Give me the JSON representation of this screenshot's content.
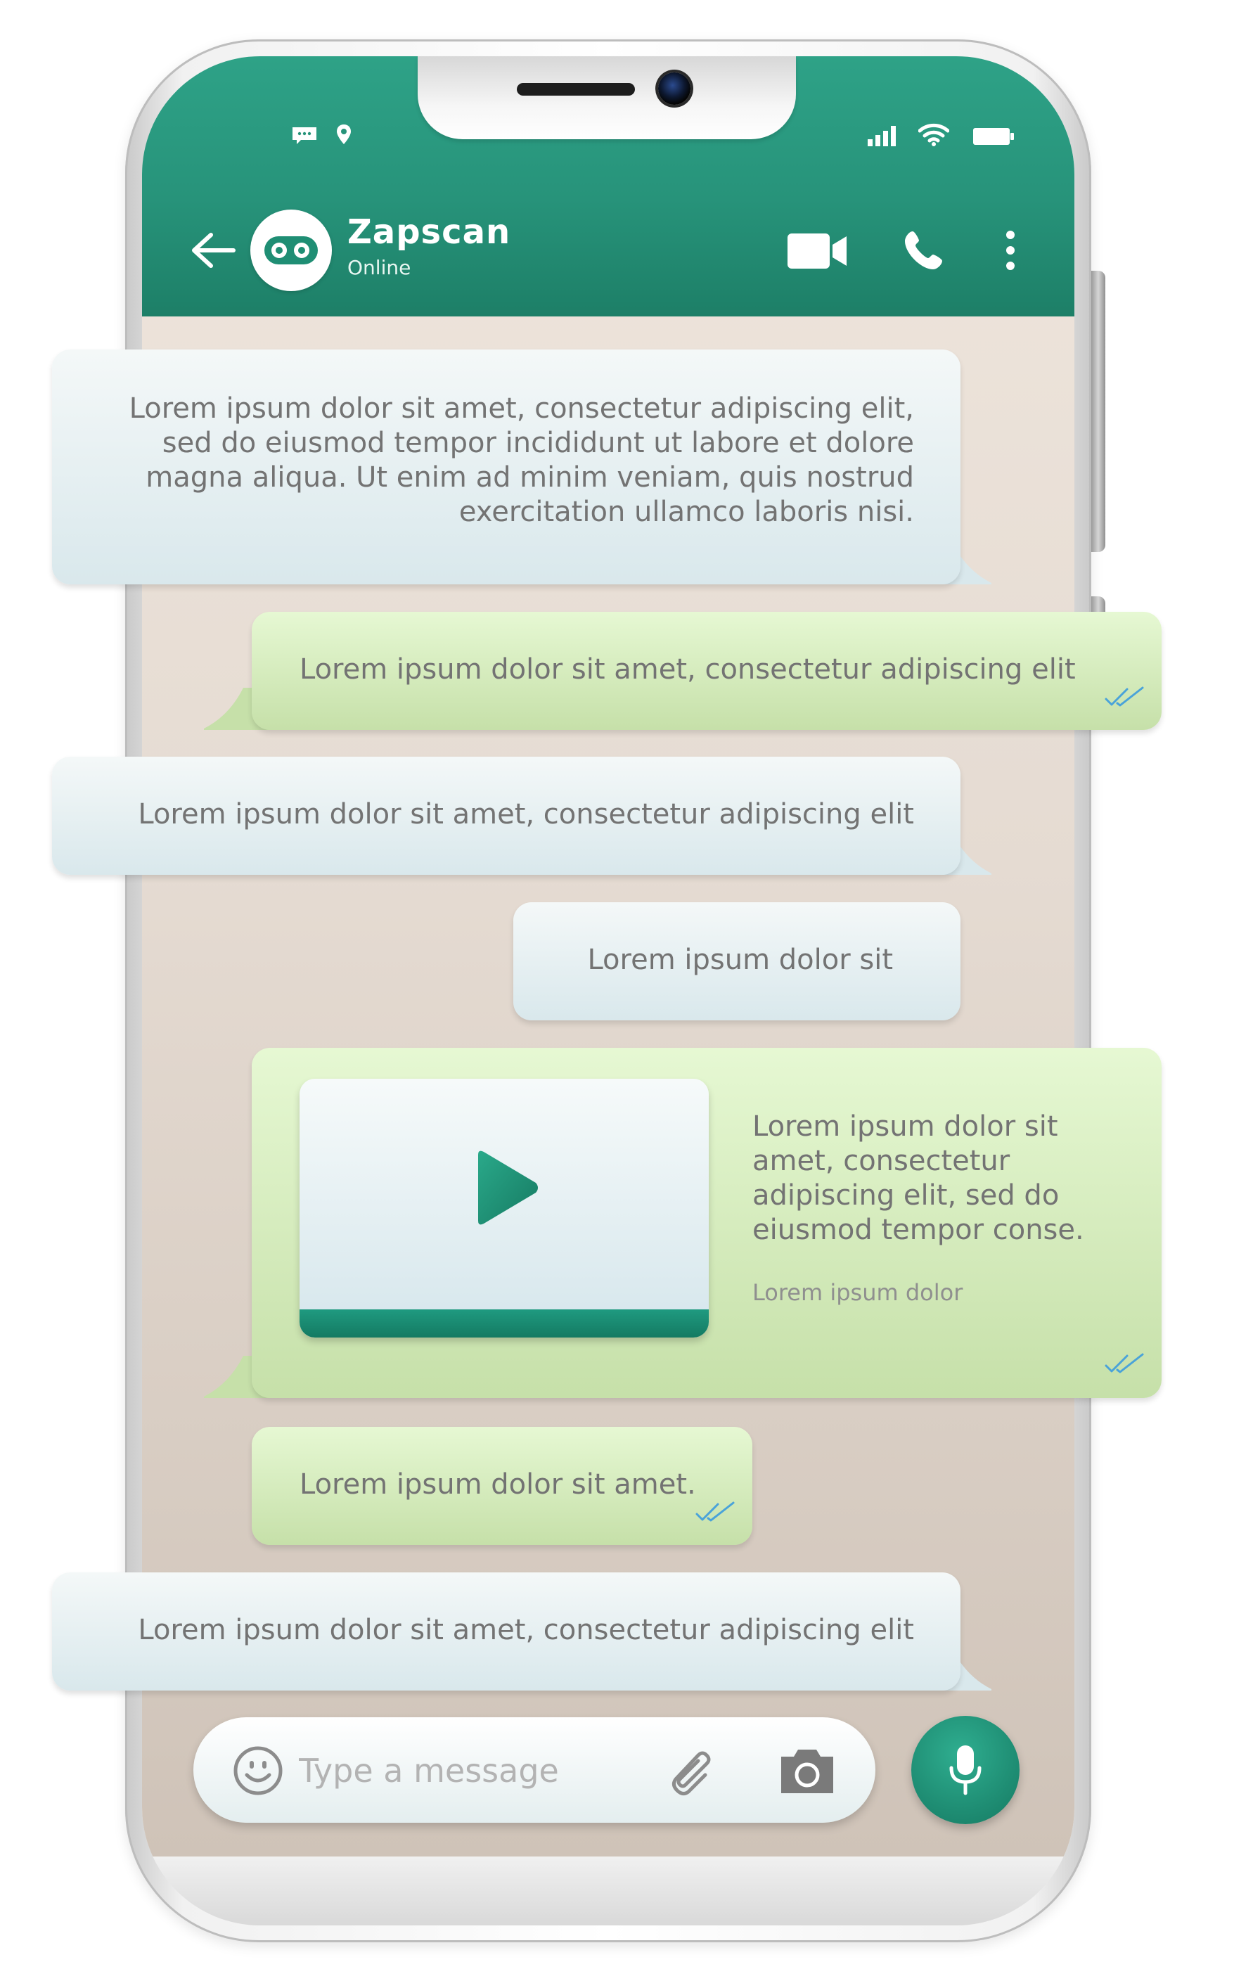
{
  "header": {
    "contact_name": "Zapscan",
    "contact_status": "Online"
  },
  "messages": [
    {
      "direction": "incoming",
      "lines": [
        "Lorem ipsum dolor sit amet, consectetur adipiscing elit,",
        "sed do eiusmod tempor incididunt ut labore et dolore",
        "magna aliqua. Ut enim ad minim veniam, quis nostrud",
        "exercitation ullamco laboris nisi."
      ]
    },
    {
      "direction": "outgoing",
      "text": "Lorem ipsum dolor sit amet, consectetur adipiscing elit",
      "read": true
    },
    {
      "direction": "incoming",
      "text": "Lorem ipsum dolor sit amet, consectetur adipiscing elit"
    },
    {
      "direction": "incoming",
      "text": "Lorem ipsum dolor sit"
    },
    {
      "direction": "outgoing",
      "type": "video",
      "caption_lines": [
        "Lorem ipsum dolor sit",
        "amet, consectetur",
        "adipiscing elit, sed do",
        "eiusmod tempor conse."
      ],
      "meta": "Lorem ipsum dolor",
      "read": true
    },
    {
      "direction": "outgoing",
      "text": "Lorem ipsum dolor sit amet.",
      "read": true
    },
    {
      "direction": "incoming",
      "text": "Lorem ipsum dolor sit amet, consectetur adipiscing elit"
    }
  ],
  "composer": {
    "placeholder": "Type a message",
    "value": ""
  },
  "icons": {
    "status_bar": [
      "message-icon",
      "location-icon",
      "signal-icon",
      "wifi-icon",
      "battery-icon"
    ],
    "header": [
      "back-arrow-icon",
      "zapscan-logo-icon",
      "video-call-icon",
      "phone-call-icon",
      "more-options-icon"
    ],
    "composer": [
      "emoji-icon",
      "attachment-icon",
      "camera-icon",
      "microphone-icon"
    ],
    "message": [
      "double-check-icon",
      "play-icon"
    ]
  },
  "colors": {
    "header_green": "#27937a",
    "incoming_bubble": "#e4eef1",
    "outgoing_bubble": "#d6ecbf",
    "chat_background": "#e8ded5",
    "read_ticks": "#4aa3d9",
    "mic_button": "#1f8e74"
  }
}
